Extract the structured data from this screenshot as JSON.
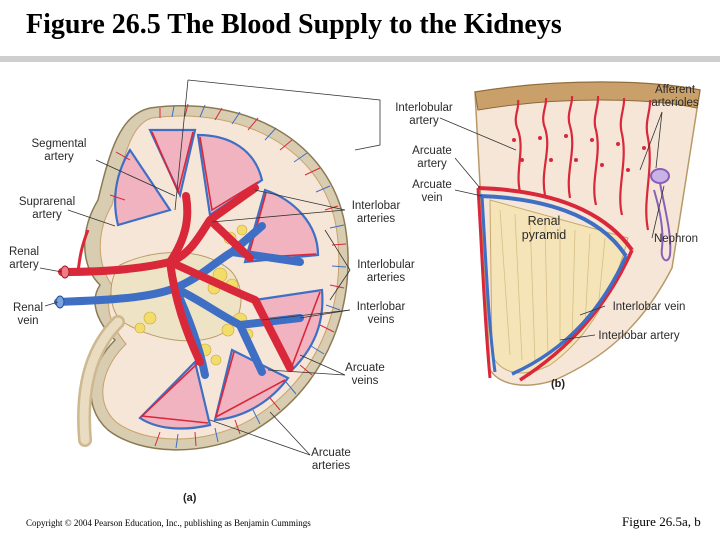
{
  "slide": {
    "title": "Figure 26.5  The Blood Supply to the Kidneys",
    "copyright": "Copyright © 2004 Pearson Education, Inc., publishing as Benjamin Cummings",
    "figure_ref": "Figure 26.5a, b"
  },
  "panel_a": {
    "label": "(a)",
    "labels": {
      "segmental_artery": [
        "Segmental",
        "artery"
      ],
      "suprarenal_artery": [
        "Suprarenal",
        "artery"
      ],
      "renal_artery": [
        "Renal",
        "artery"
      ],
      "renal_vein": [
        "Renal",
        "vein"
      ],
      "interlobar_arteries": [
        "Interlobar",
        "arteries"
      ],
      "interlobular_arteries": [
        "Interlobular",
        "arteries"
      ],
      "interlobar_veins": [
        "Interlobar",
        "veins"
      ],
      "arcuate_veins": [
        "Arcuate",
        "veins"
      ],
      "arcuate_arteries": [
        "Arcuate",
        "arteries"
      ]
    }
  },
  "panel_b": {
    "label": "(b)",
    "labels": {
      "interlobular_artery": [
        "Interlobular",
        "artery"
      ],
      "arcuate_artery": [
        "Arcuate",
        "artery"
      ],
      "arcuate_vein": [
        "Arcuate",
        "vein"
      ],
      "afferent_arterioles": [
        "Afferent",
        "arterioles"
      ],
      "renal_pyramid": [
        "Renal",
        "pyramid"
      ],
      "nephron": [
        "Nephron"
      ],
      "interlobar_vein": [
        "Interlobar vein"
      ],
      "interlobar_artery": [
        "Interlobar artery"
      ]
    }
  },
  "colors": {
    "artery": "#d9283a",
    "vein": "#3f6fc4",
    "pyramid": "#f2b3c0",
    "cortex": "#f6e6d8",
    "fat": "#f2dc6a",
    "capsule": "#c9a06a"
  }
}
